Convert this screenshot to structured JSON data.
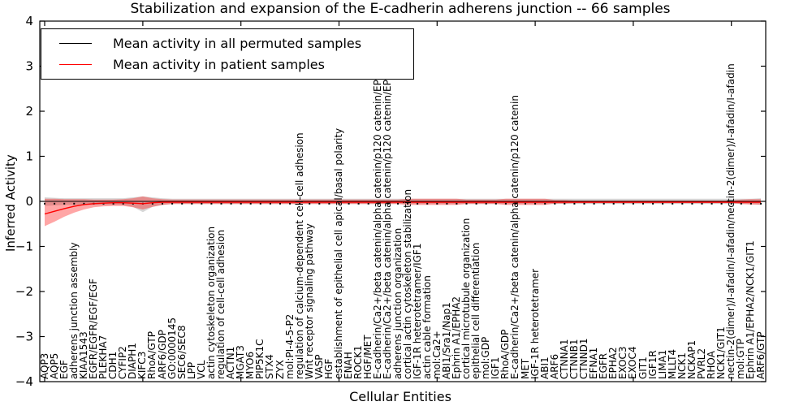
{
  "title": "Stabilization and expansion of the E-cadherin adherens junction -- 66 samples",
  "legend": {
    "items": [
      {
        "label": "Mean activity in all permuted samples",
        "color": "#000000"
      },
      {
        "label": "Mean activity in patient samples",
        "color": "#ff0000"
      }
    ],
    "position": "upper left"
  },
  "axes": {
    "xlabel": "Cellular Entities",
    "ylabel": "Inferred Activity",
    "ylim": [
      -4,
      4
    ],
    "yticks": [
      4,
      3,
      2,
      1,
      0,
      -1,
      -2,
      -3,
      -4
    ]
  },
  "colors": {
    "permuted_line": "#000000",
    "patient_line": "#ff0000",
    "permuted_band": "#b0b0b0",
    "patient_band": "#ff0000"
  },
  "chart_data": {
    "type": "line",
    "title": "Stabilization and expansion of the E-cadherin adherens junction -- 66 samples",
    "xlabel": "Cellular Entities",
    "ylabel": "Inferred Activity",
    "ylim": [
      -4,
      4
    ],
    "yticks": [
      4,
      3,
      2,
      1,
      0,
      -1,
      -2,
      -3,
      -4
    ],
    "xtick_every": 10,
    "grid": false,
    "legend_position": "upper left",
    "categories": [
      "AQP3",
      "AQP5",
      "EGF",
      "adherens junction assembly",
      "KIAA1543",
      "EGFR/EGFR/EGF/EGF",
      "PLEKHA7",
      "CDH1",
      "CYFIP2",
      "DIAPH1",
      "KIFC3",
      "RhoA/GTP",
      "ARF6/GDP",
      "GO:0000145",
      "SEC6/SEC8",
      "LPP",
      "VCL",
      "actin cytoskeleton organization",
      "regulation of cell-cell adhesion",
      "ACTN1",
      "MGAT3",
      "MYO6",
      "PIP5K1C",
      "STX4",
      "ZYX",
      "mol:PI-4-5-P2",
      "regulation of calcium-dependent cell-cell adhesion",
      "Wnt receptor signaling pathway",
      "VASP",
      "HGF",
      "establishment of epithelial cell apical/basal polarity",
      "ENAH",
      "ROCK1",
      "HGF/MET",
      "E-cadherin/Ca2+/beta catenin/alpha catenin/p120 catenin/EPLIN/actin",
      "E-cadherin/Ca2+/beta catenin/alpha catenin/p120 catenin/EPLIN/actin",
      "adherens junction organization",
      "cortical actin cytoskeleton stabilization",
      "IGF-1R heterotetramer/IGF1",
      "actin cable formation",
      "mol:Ca2+",
      "ABI1/Sra1/Nap1",
      "Ephrin A1/EPHA2",
      "cortical microtubule organization",
      "epithelial cell differentiation",
      "mol:GDP",
      "IGF1",
      "RhoA/GDP",
      "E-cadherin/Ca2+/beta catenin/alpha catenin/p120 catenin",
      "MET",
      "IGF-1R heterotetramer",
      "ABI1",
      "ARF6",
      "CTNNA1",
      "CTNNB1",
      "CTNND1",
      "EFNA1",
      "EGFR",
      "EPHA2",
      "EXOC3",
      "EXOC4",
      "GIT1",
      "IGF1R",
      "LIMA1",
      "MLLT4",
      "NCK1",
      "NCKAP1",
      "PVRL2",
      "RHOA",
      "NCK1/GIT1",
      "nectin-2(dimer)/I-afadin/I-afadin/nectin-2(dimer)/I-afadin/I-afadin",
      "mol:GTP",
      "Ephrin A1/EPHA2/NCK1/GIT1",
      "ARF6/GTP"
    ],
    "series": [
      {
        "name": "Mean activity in all permuted samples",
        "color": "#000000",
        "values": [
          0,
          0,
          0,
          0,
          0,
          0,
          0,
          0,
          0,
          0,
          0,
          0,
          0,
          0,
          0,
          0,
          0,
          0,
          0,
          0,
          0,
          0,
          0,
          0,
          0,
          0,
          0,
          0,
          0,
          0,
          0,
          0,
          0,
          0,
          0,
          0,
          0,
          0,
          0,
          0,
          0,
          0,
          0,
          0,
          0,
          0,
          0,
          0,
          0,
          0,
          0,
          0,
          0,
          0,
          0,
          0,
          0,
          0,
          0,
          0,
          0,
          0,
          0,
          0,
          0,
          0,
          0,
          0,
          0,
          0,
          0,
          0,
          0,
          0
        ]
      },
      {
        "name": "Mean activity in patient samples",
        "color": "#ff0000",
        "values": [
          -0.28,
          -0.22,
          -0.16,
          -0.11,
          -0.07,
          -0.05,
          -0.04,
          -0.03,
          -0.03,
          -0.04,
          -0.05,
          -0.03,
          -0.02,
          -0.02,
          -0.02,
          -0.02,
          -0.02,
          -0.02,
          -0.02,
          -0.02,
          -0.02,
          -0.02,
          -0.02,
          -0.02,
          -0.02,
          -0.02,
          -0.02,
          -0.02,
          -0.02,
          -0.02,
          -0.02,
          -0.02,
          -0.02,
          -0.02,
          -0.02,
          -0.02,
          -0.02,
          -0.02,
          -0.02,
          -0.02,
          -0.02,
          -0.02,
          -0.02,
          -0.02,
          -0.02,
          -0.02,
          -0.02,
          -0.02,
          -0.02,
          -0.02,
          -0.02,
          -0.02,
          -0.02,
          -0.02,
          -0.02,
          -0.02,
          -0.02,
          -0.02,
          -0.02,
          -0.02,
          -0.02,
          -0.02,
          -0.02,
          -0.02,
          -0.02,
          -0.02,
          -0.02,
          -0.02,
          -0.02,
          -0.02,
          -0.02,
          -0.02,
          -0.02,
          -0.02
        ]
      }
    ],
    "bands": [
      {
        "name": "permuted-samples-band",
        "color": "#b0b0b0",
        "opacity": 0.5,
        "upper": [
          0.09,
          0.08,
          0.07,
          0.07,
          0.07,
          0.07,
          0.07,
          0.07,
          0.07,
          0.09,
          0.11,
          0.09,
          0.07,
          0.06,
          0.06,
          0.06,
          0.06,
          0.06,
          0.06,
          0.06,
          0.06,
          0.06,
          0.06,
          0.06,
          0.06,
          0.06,
          0.06,
          0.06,
          0.06,
          0.06,
          0.06,
          0.06,
          0.06,
          0.06,
          0.06,
          0.06,
          0.06,
          0.06,
          0.06,
          0.06,
          0.06,
          0.06,
          0.06,
          0.06,
          0.06,
          0.06,
          0.06,
          0.06,
          0.06,
          0.06,
          0.06,
          0.06,
          0.06,
          0.06,
          0.06,
          0.06,
          0.06,
          0.06,
          0.06,
          0.06,
          0.06,
          0.06,
          0.06,
          0.06,
          0.06,
          0.06,
          0.06,
          0.06,
          0.06,
          0.06,
          0.06,
          0.06,
          0.06,
          0.07
        ],
        "lower": [
          -0.1,
          -0.09,
          -0.08,
          -0.08,
          -0.08,
          -0.08,
          -0.08,
          -0.08,
          -0.08,
          -0.12,
          -0.24,
          -0.12,
          -0.08,
          -0.06,
          -0.06,
          -0.06,
          -0.06,
          -0.06,
          -0.06,
          -0.06,
          -0.06,
          -0.06,
          -0.06,
          -0.06,
          -0.06,
          -0.06,
          -0.06,
          -0.06,
          -0.06,
          -0.06,
          -0.06,
          -0.06,
          -0.06,
          -0.06,
          -0.06,
          -0.06,
          -0.06,
          -0.06,
          -0.06,
          -0.06,
          -0.06,
          -0.06,
          -0.06,
          -0.06,
          -0.06,
          -0.06,
          -0.06,
          -0.06,
          -0.06,
          -0.06,
          -0.06,
          -0.06,
          -0.06,
          -0.06,
          -0.06,
          -0.06,
          -0.06,
          -0.06,
          -0.06,
          -0.06,
          -0.06,
          -0.06,
          -0.06,
          -0.06,
          -0.06,
          -0.06,
          -0.06,
          -0.06,
          -0.06,
          -0.06,
          -0.06,
          -0.06,
          -0.06,
          -0.08
        ]
      },
      {
        "name": "patient-samples-band",
        "color": "#ff0000",
        "opacity": 0.35,
        "upper": [
          0.06,
          0.06,
          0.05,
          0.05,
          0.05,
          0.04,
          0.04,
          0.04,
          0.05,
          0.07,
          0.11,
          0.07,
          0.05,
          0.04,
          0.04,
          0.04,
          0.04,
          0.04,
          0.04,
          0.04,
          0.04,
          0.04,
          0.04,
          0.04,
          0.04,
          0.04,
          0.04,
          0.04,
          0.04,
          0.04,
          0.04,
          0.04,
          0.04,
          0.04,
          0.04,
          0.04,
          0.04,
          0.06,
          0.06,
          0.06,
          0.06,
          0.06,
          0.06,
          0.04,
          0.04,
          0.04,
          0.04,
          0.06,
          0.06,
          0.06,
          0.06,
          0.06,
          0.03,
          0.03,
          0.02,
          0.02,
          0.02,
          0.02,
          0.02,
          0.02,
          0.02,
          0.02,
          0.02,
          0.02,
          0.02,
          0.02,
          0.02,
          0.02,
          0.02,
          0.02,
          0.02,
          0.04,
          0.05,
          0.05
        ],
        "lower": [
          -0.55,
          -0.45,
          -0.34,
          -0.25,
          -0.18,
          -0.13,
          -0.11,
          -0.1,
          -0.1,
          -0.13,
          -0.18,
          -0.12,
          -0.08,
          -0.06,
          -0.06,
          -0.06,
          -0.06,
          -0.06,
          -0.06,
          -0.06,
          -0.06,
          -0.06,
          -0.06,
          -0.06,
          -0.06,
          -0.06,
          -0.06,
          -0.06,
          -0.06,
          -0.06,
          -0.06,
          -0.06,
          -0.06,
          -0.06,
          -0.06,
          -0.06,
          -0.06,
          -0.08,
          -0.08,
          -0.08,
          -0.08,
          -0.08,
          -0.08,
          -0.06,
          -0.06,
          -0.06,
          -0.06,
          -0.08,
          -0.08,
          -0.08,
          -0.08,
          -0.08,
          -0.05,
          -0.05,
          -0.04,
          -0.04,
          -0.04,
          -0.04,
          -0.04,
          -0.04,
          -0.04,
          -0.04,
          -0.04,
          -0.04,
          -0.04,
          -0.04,
          -0.04,
          -0.04,
          -0.04,
          -0.04,
          -0.04,
          -0.06,
          -0.07,
          -0.07
        ]
      }
    ]
  }
}
